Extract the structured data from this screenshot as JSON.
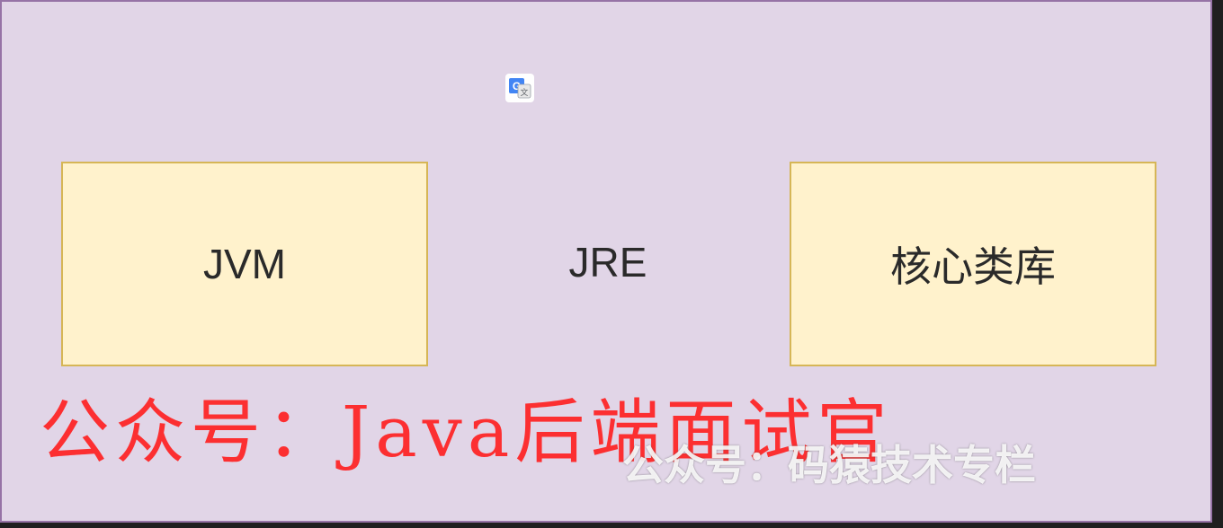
{
  "diagram": {
    "container_label": "JRE",
    "boxes": [
      {
        "label": "JVM"
      },
      {
        "label": "核心类库"
      }
    ]
  },
  "watermarks": {
    "red_text": "公众号：Java后端面试官",
    "gray_text": "公众号：码猿技术专栏"
  },
  "icons": {
    "translate": "google-translate-icon"
  },
  "colors": {
    "container_fill": "#e1d5e7",
    "container_border": "#9673a6",
    "box_fill": "#fff2cc",
    "box_border": "#d6b656",
    "watermark_red": "#ff1e1e"
  }
}
